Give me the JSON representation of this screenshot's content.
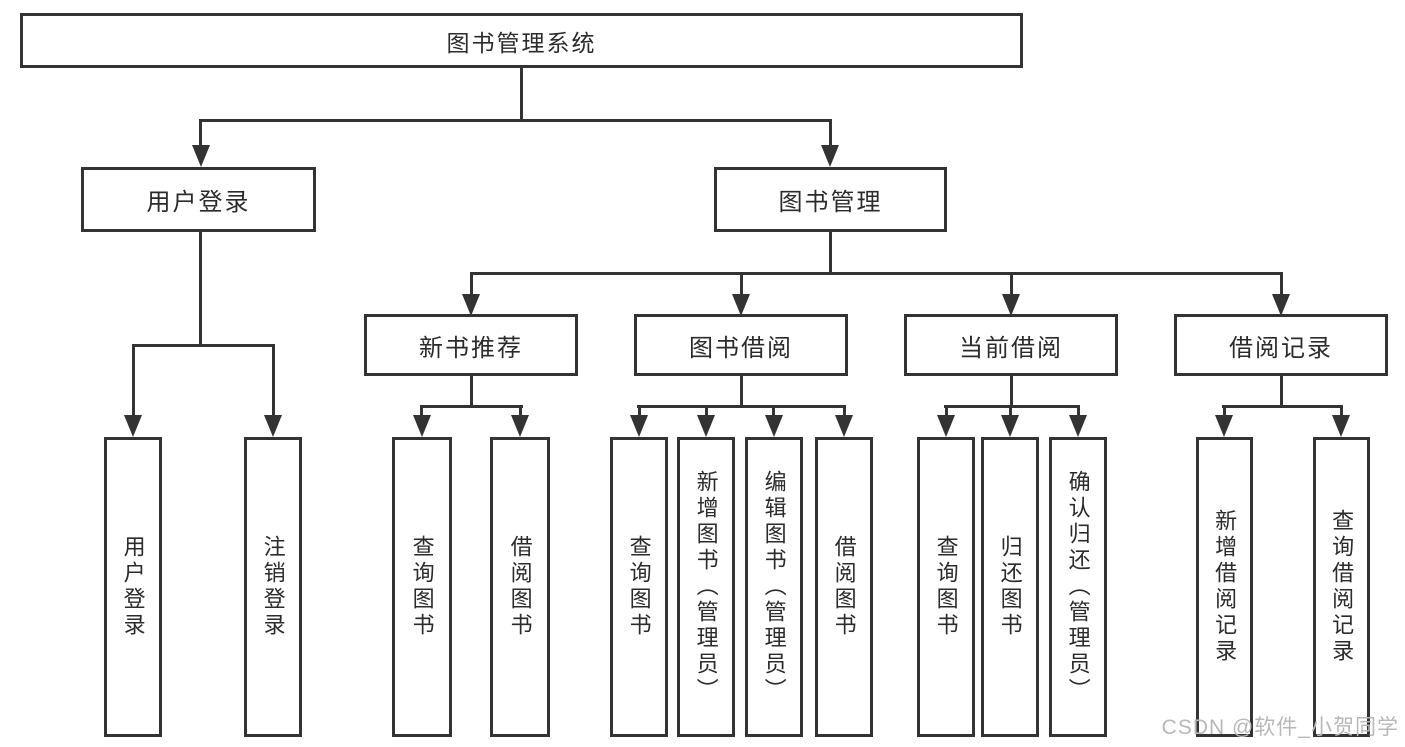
{
  "tree": {
    "root": "图书管理系统",
    "branches": [
      {
        "label": "用户登录",
        "leaves": [
          "用户登录",
          "注销登录"
        ]
      },
      {
        "label": "图书管理",
        "sections": [
          {
            "label": "新书推荐",
            "leaves": [
              "查询图书",
              "借阅图书"
            ]
          },
          {
            "label": "图书借阅",
            "leaves": [
              "查询图书",
              "新增图书（管理员）",
              "编辑图书（管理员）",
              "借阅图书"
            ]
          },
          {
            "label": "当前借阅",
            "leaves": [
              "查询图书",
              "归还图书",
              "确认归还（管理员）"
            ]
          },
          {
            "label": "借阅记录",
            "leaves": [
              "新增借阅记录",
              "查询借阅记录"
            ]
          }
        ]
      }
    ]
  },
  "watermark": "CSDN @软件_小贺同学",
  "colors": {
    "line": "#333333",
    "text": "#2b2b2b",
    "watermark": "#b8b8b8",
    "background": "#ffffff"
  }
}
